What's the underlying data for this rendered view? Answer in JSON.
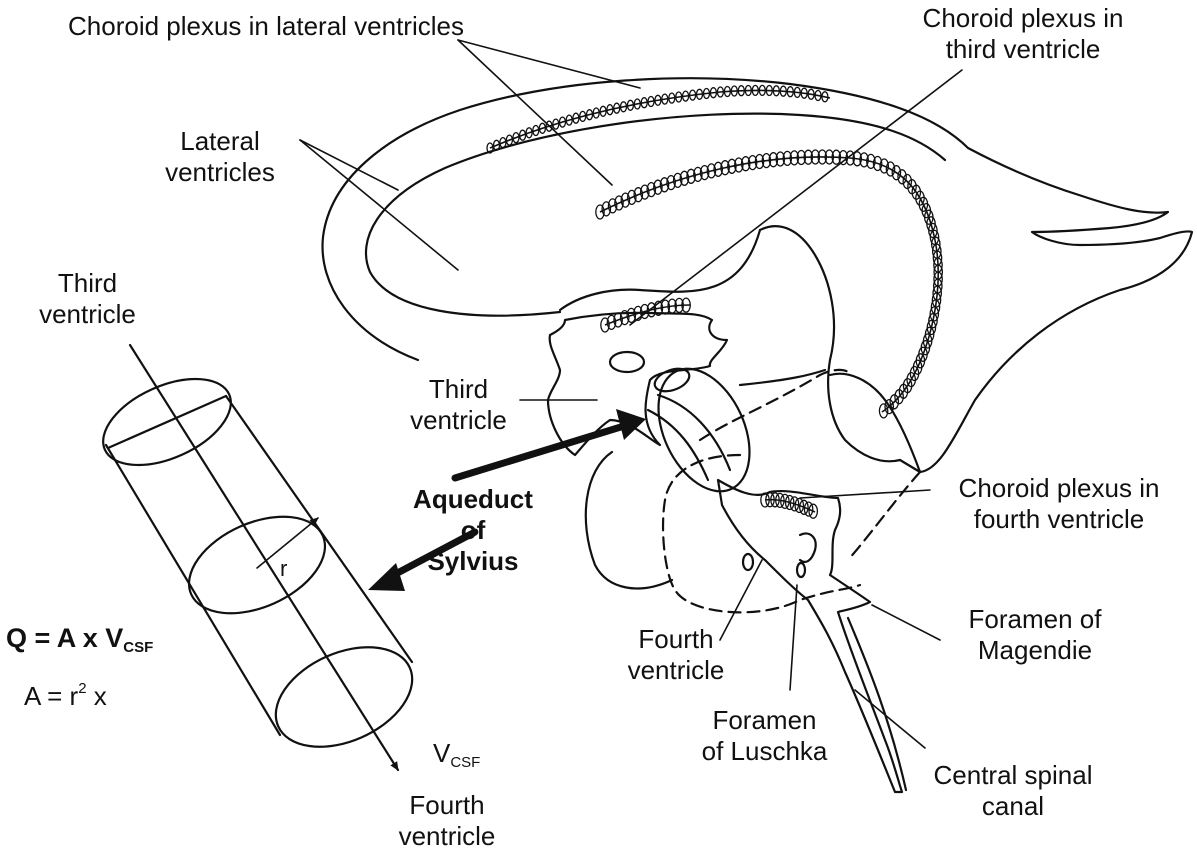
{
  "labels": {
    "choroid_lateral": "Choroid plexus in lateral ventricles",
    "choroid_third_l1": "Choroid plexus in",
    "choroid_third_l2": "third ventricle",
    "lateral_l1": "Lateral",
    "lateral_l2": "ventricles",
    "third_left_l1": "Third",
    "third_left_l2": "ventricle",
    "third_mid_l1": "Third",
    "third_mid_l2": "ventricle",
    "aqueduct_l1": "Aqueduct",
    "aqueduct_l2": "of",
    "aqueduct_l3": "Sylvius",
    "choroid_fourth_l1": "Choroid plexus in",
    "choroid_fourth_l2": "fourth ventricle",
    "magendie_l1": "Foramen of",
    "magendie_l2": "Magendie",
    "fourth_mid_l1": "Fourth",
    "fourth_mid_l2": "ventricle",
    "luschka_l1": "Foramen",
    "luschka_l2": "of Luschka",
    "spinal_l1": "Central spinal",
    "spinal_l2": "canal",
    "fourth_bottom_l1": "Fourth",
    "fourth_bottom_l2": "ventricle",
    "radius": "r"
  },
  "equations": {
    "flow_main": "Q = A x V",
    "flow_sub": "CSF",
    "area_main": "A = r",
    "area_sup": "2",
    "area_tail": "x",
    "vcsf_main": "V",
    "vcsf_sub": "CSF"
  },
  "colors": {
    "ink": "#111111",
    "background": "#ffffff"
  }
}
